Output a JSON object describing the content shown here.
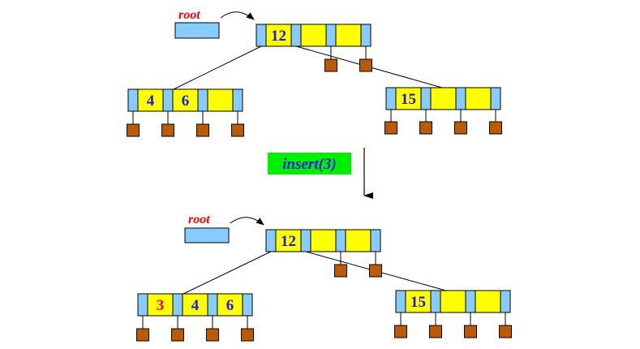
{
  "colors": {
    "pointer_cell": "#88ccff",
    "key_cell": "#ffff00",
    "child_box": "#bb5a00",
    "key_text": "#1a1ae6",
    "new_key_text": "#ff0000",
    "root_text": "#ff0000",
    "operation_bg": "#00ee00",
    "operation_text": "#2020e0",
    "line": "#000000"
  },
  "operation": {
    "label": "insert(3)"
  },
  "before": {
    "root_label": "root",
    "nodes": {
      "root": {
        "keys": [
          "12",
          "",
          ""
        ],
        "new_key_index": -1
      },
      "left": {
        "keys": [
          "4",
          "6",
          ""
        ],
        "new_key_index": -1
      },
      "right": {
        "keys": [
          "15",
          "",
          ""
        ],
        "new_key_index": -1
      }
    }
  },
  "after": {
    "root_label": "root",
    "nodes": {
      "root": {
        "keys": [
          "12",
          "",
          ""
        ],
        "new_key_index": -1
      },
      "left": {
        "keys": [
          "3",
          "4",
          "6"
        ],
        "new_key_index": 0
      },
      "right": {
        "keys": [
          "15",
          "",
          ""
        ],
        "new_key_index": -1
      }
    }
  }
}
